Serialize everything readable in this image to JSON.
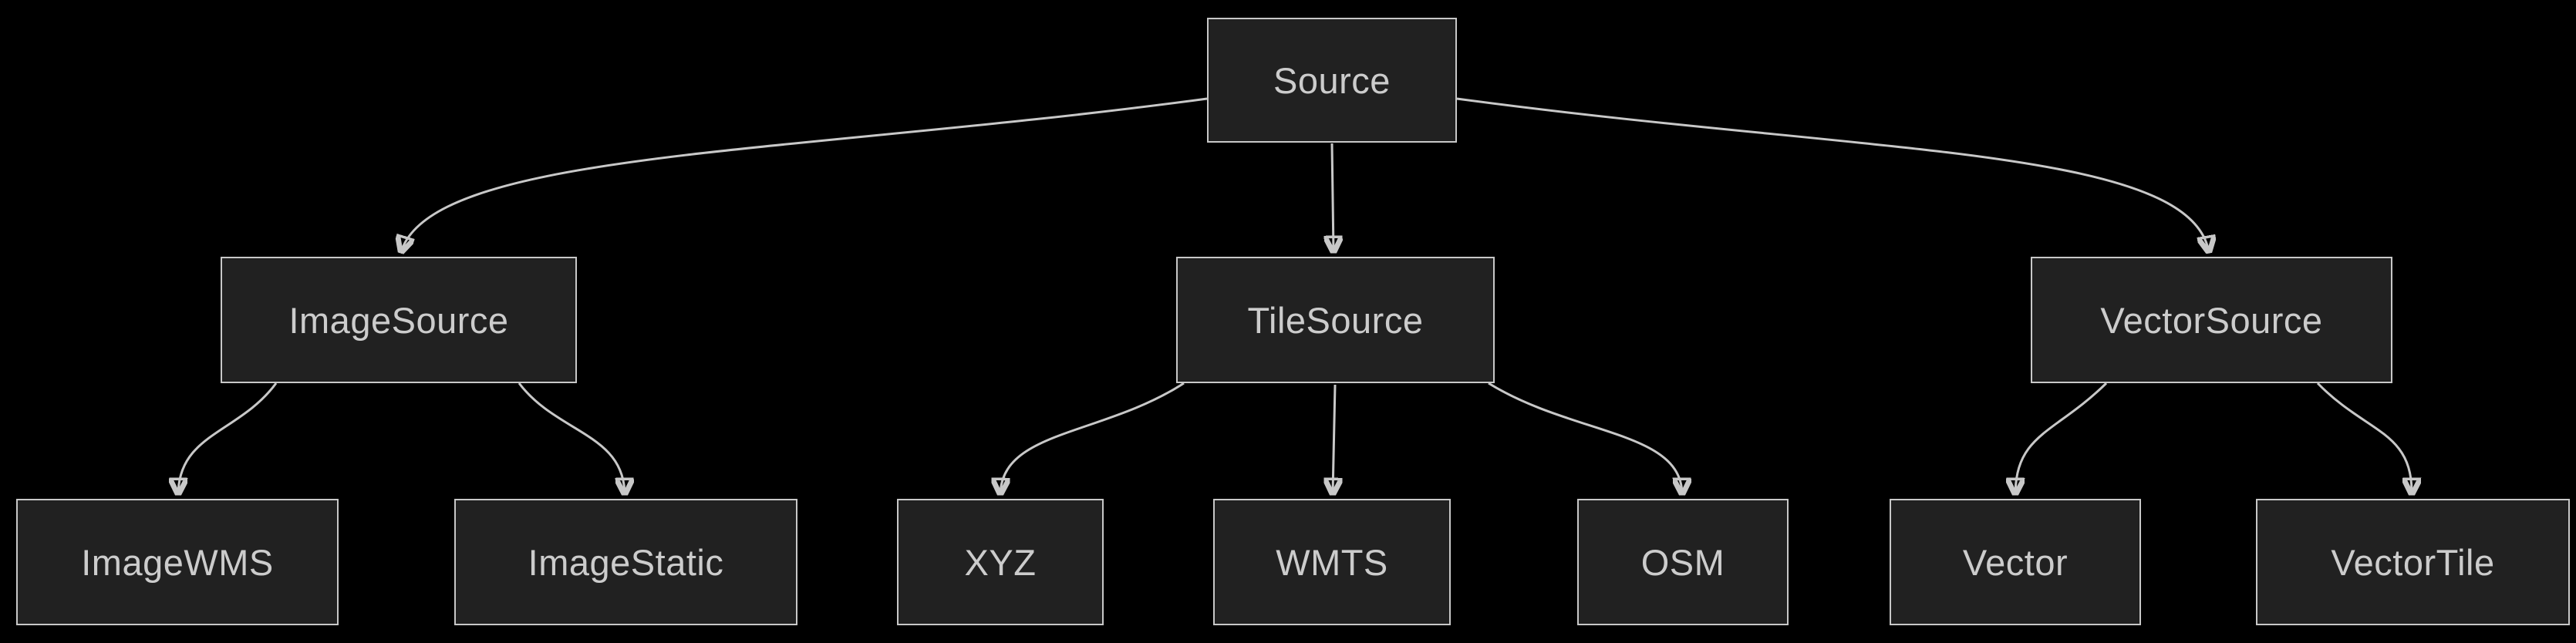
{
  "diagram": {
    "type": "class-hierarchy-flowchart",
    "background_color": "#000000",
    "node_fill_color": "#212121",
    "node_border_color": "#c8c8c8",
    "node_text_color": "#cccccc",
    "edge_color": "#c8c8c8",
    "nodes": [
      {
        "id": "source",
        "label": "Source",
        "level": 0
      },
      {
        "id": "imagesource",
        "label": "ImageSource",
        "level": 1
      },
      {
        "id": "tilesource",
        "label": "TileSource",
        "level": 1
      },
      {
        "id": "vectorsource",
        "label": "VectorSource",
        "level": 1
      },
      {
        "id": "imagewms",
        "label": "ImageWMS",
        "level": 2
      },
      {
        "id": "imagestatic",
        "label": "ImageStatic",
        "level": 2
      },
      {
        "id": "xyz",
        "label": "XYZ",
        "level": 2
      },
      {
        "id": "wmts",
        "label": "WMTS",
        "level": 2
      },
      {
        "id": "osm",
        "label": "OSM",
        "level": 2
      },
      {
        "id": "vector",
        "label": "Vector",
        "level": 2
      },
      {
        "id": "vectortile",
        "label": "VectorTile",
        "level": 2
      }
    ],
    "edges": [
      {
        "from": "Source",
        "to": "ImageSource"
      },
      {
        "from": "Source",
        "to": "TileSource"
      },
      {
        "from": "Source",
        "to": "VectorSource"
      },
      {
        "from": "ImageSource",
        "to": "ImageWMS"
      },
      {
        "from": "ImageSource",
        "to": "ImageStatic"
      },
      {
        "from": "TileSource",
        "to": "XYZ"
      },
      {
        "from": "TileSource",
        "to": "WMTS"
      },
      {
        "from": "TileSource",
        "to": "OSM"
      },
      {
        "from": "VectorSource",
        "to": "Vector"
      },
      {
        "from": "VectorSource",
        "to": "VectorTile"
      }
    ]
  }
}
